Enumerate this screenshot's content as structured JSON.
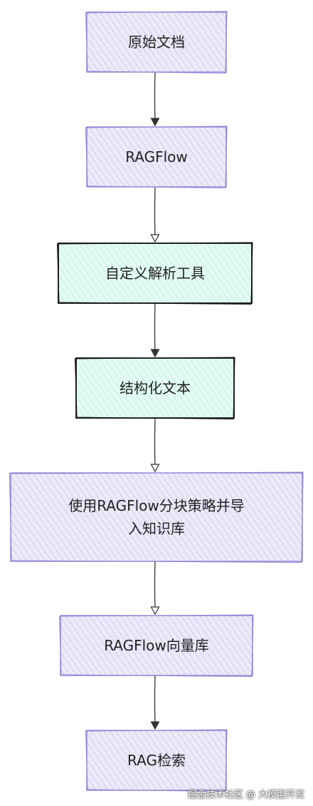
{
  "nodes": [
    {
      "id": "source-docs",
      "lines": [
        "原始文档"
      ],
      "style": "lavender"
    },
    {
      "id": "ragflow",
      "lines": [
        "RAGFlow"
      ],
      "style": "lavender"
    },
    {
      "id": "custom-parser",
      "lines": [
        "自定义解析工具"
      ],
      "style": "mint"
    },
    {
      "id": "structured-text",
      "lines": [
        "结构化文本"
      ],
      "style": "mint"
    },
    {
      "id": "chunk-import",
      "lines": [
        "使用RAGFlow分块策略并导",
        "入知识库"
      ],
      "style": "lavender"
    },
    {
      "id": "vector-store",
      "lines": [
        "RAGFlow向量库"
      ],
      "style": "lavender"
    },
    {
      "id": "rag-retrieval",
      "lines": [
        "RAG检索"
      ],
      "style": "lavender"
    }
  ],
  "edges": [
    {
      "from": "source-docs",
      "to": "ragflow",
      "head": "filled"
    },
    {
      "from": "ragflow",
      "to": "custom-parser",
      "head": "hollow"
    },
    {
      "from": "custom-parser",
      "to": "structured-text",
      "head": "filled"
    },
    {
      "from": "structured-text",
      "to": "chunk-import",
      "head": "hollow"
    },
    {
      "from": "chunk-import",
      "to": "vector-store",
      "head": "hollow"
    },
    {
      "from": "vector-store",
      "to": "rag-retrieval",
      "head": "filled"
    }
  ],
  "colors": {
    "lavender_fill": "#eceaf9",
    "lavender_hatch": "#b9b2e6",
    "lavender_border": "#8f84d6",
    "mint_fill": "#e3fbf4",
    "mint_hatch": "#a6e9d6",
    "mint_border": "#111111",
    "edge": "#333333"
  },
  "watermark": "掘金技术社区 @ 大模型开发"
}
